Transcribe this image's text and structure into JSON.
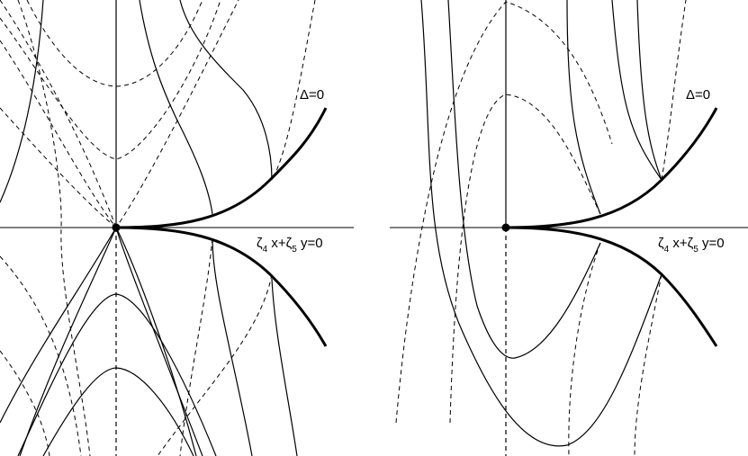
{
  "left_panel": {
    "discriminant_label": "Δ=0",
    "line_label": {
      "zeta1": "ζ",
      "sub1": "4",
      "mid": " x+",
      "zeta2": "ζ",
      "sub2": "5",
      "tail": " y=0"
    }
  },
  "right_panel": {
    "discriminant_label": "Δ=0",
    "line_label": {
      "zeta1": "ζ",
      "sub1": "4",
      "mid": " x+",
      "zeta2": "ζ",
      "sub2": "5",
      "tail": " y=0"
    }
  }
}
